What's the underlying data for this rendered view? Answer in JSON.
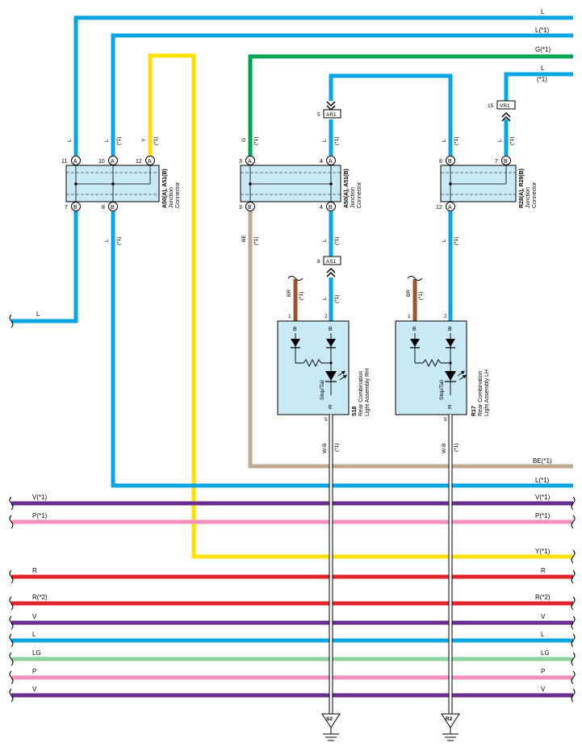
{
  "colors": {
    "L": "#0aa5e3",
    "Y": "#ffe000",
    "G": "#00a651",
    "BE": "#c2aa90",
    "BR": "#a0522d",
    "V": "#6a2c8e",
    "P": "#f28fbe",
    "R": "#e3242b",
    "LG": "#8dd3a0",
    "WB": "#ffffff",
    "box": "#c9e9f6"
  },
  "top_wires": {
    "l1": "L",
    "l2": "L(*1)",
    "g": "G(*1)",
    "l4": "L",
    "l4b": "(*1)"
  },
  "left_wire_label": "L",
  "connectors": {
    "ar1": {
      "pin": "5",
      "label": "AR1"
    },
    "vr1": {
      "pin": "15",
      "label": "VR1"
    },
    "as1": {
      "pin": "8",
      "label": "AS1"
    }
  },
  "jc1": {
    "title": "A50(A), A51(B)",
    "sub1": "Junction",
    "sub2": "Connector",
    "top_pins": [
      {
        "num": "11",
        "letter": "A",
        "wire": "L",
        "note": ""
      },
      {
        "num": "10",
        "letter": "A",
        "wire": "L",
        "note": "(*1)"
      },
      {
        "num": "12",
        "letter": "A",
        "wire": "Y",
        "note": "(*1)"
      }
    ],
    "bottom_pins": [
      {
        "num": "7",
        "letter": "B"
      },
      {
        "num": "8",
        "letter": "B"
      }
    ],
    "bottom_wire": "L",
    "bottom_note": "(*1)"
  },
  "jc2": {
    "title": "A50(A), A51(B)",
    "sub1": "Junction",
    "sub2": "Connector",
    "top_pins": [
      {
        "num": "3",
        "letter": "A",
        "wire": "G",
        "note": "(*1)"
      },
      {
        "num": "4",
        "letter": "A",
        "wire": "L",
        "note": "(*1)"
      }
    ],
    "bottom_pins": [
      {
        "num": "3",
        "letter": "B",
        "wire": "BE",
        "note": "(*1)"
      },
      {
        "num": "4",
        "letter": "B",
        "wire": "L",
        "note": "(*1)"
      }
    ]
  },
  "jc3": {
    "title": "R28(A), R29(B)",
    "sub1": "Junction",
    "sub2": "Connector",
    "top_pins": [
      {
        "num": "8",
        "letter": "B",
        "wire": "L",
        "note": "(*1)"
      },
      {
        "num": "7",
        "letter": "B",
        "wire": "L",
        "note": "(*1)"
      }
    ],
    "bottom_pins": [
      {
        "num": "12",
        "letter": "A",
        "wire": "L",
        "note": "(*1)"
      }
    ]
  },
  "lamp_rh": {
    "code": "S18",
    "name1": "Rear Combination",
    "name2": "Light Assembly RH",
    "pin1": "1",
    "pin2": "2",
    "pin5": "5",
    "b1": "B",
    "b2": "B",
    "e": "E",
    "function": "Stop/Tail",
    "br_wire": "BR",
    "br_note": "(*1)",
    "l_wire": "L",
    "l_note": "(*1)",
    "out_wire": "W-B",
    "out_note": "(*1)",
    "upper_l_wire": "L",
    "upper_l_note": "(*1)",
    "ground": "S2"
  },
  "lamp_lh": {
    "code": "R17",
    "name1": "Rear Combination",
    "name2": "Light Assembly LH",
    "pin1": "1",
    "pin2": "2",
    "pin5": "5",
    "b1": "B",
    "b2": "B",
    "e": "E",
    "function": "Stop/Tail",
    "br_wire": "BR",
    "br_note": "(*1)",
    "l_wire": "L",
    "l_note": "(*1)",
    "out_wire": "W-B",
    "out_note": "(*1)",
    "ground": "R2"
  },
  "mid_wires": {
    "be": "BE(*1)",
    "l": "L(*1)"
  },
  "bus": [
    {
      "color": "V",
      "left": "V(*1)",
      "right": "V(*1)"
    },
    {
      "color": "P",
      "left": "P(*1)",
      "right": "P(*1)"
    },
    {
      "color": "Y",
      "left": "",
      "right": "Y(*1)"
    },
    {
      "color": "R",
      "left": "R",
      "right": "R"
    },
    {
      "color": "R",
      "left": "R(*2)",
      "right": "R(*2)"
    },
    {
      "color": "V",
      "left": "V",
      "right": "V"
    },
    {
      "color": "L",
      "left": "L",
      "right": "L"
    },
    {
      "color": "LG",
      "left": "LG",
      "right": "LG"
    },
    {
      "color": "P",
      "left": "P",
      "right": "P"
    },
    {
      "color": "V",
      "left": "V",
      "right": "V"
    }
  ]
}
